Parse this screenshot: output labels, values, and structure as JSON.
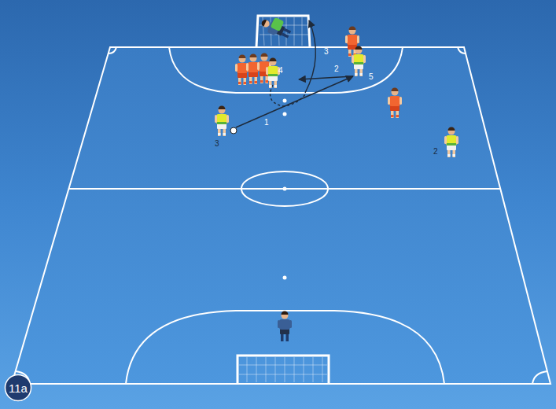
{
  "diagram": {
    "nodes": [
      {
        "text": [
          "11a"
        ]
      }
    ],
    "labels": [
      "3",
      "4",
      "2",
      "5",
      "1",
      "3",
      "2"
    ]
  }
}
